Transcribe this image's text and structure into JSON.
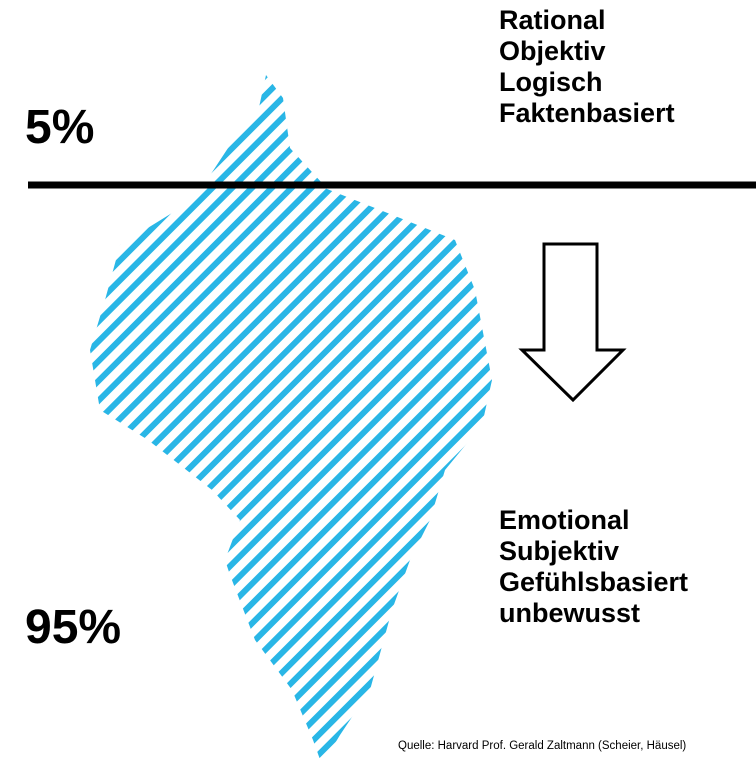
{
  "top_section": {
    "percentage": "5%",
    "items": [
      "Rational",
      "Objektiv",
      "Logisch",
      "Faktenbasiert"
    ]
  },
  "bottom_section": {
    "percentage": "95%",
    "items": [
      "Emotional",
      "Subjektiv",
      "Gefühlsbasiert",
      "unbewusst"
    ]
  },
  "source": "Quelle: Harvard Prof. Gerald Zaltmann (Scheier, Häusel)",
  "colors": {
    "iceberg_stripe": "#29b6e6",
    "line": "#000000",
    "text": "#000000"
  }
}
